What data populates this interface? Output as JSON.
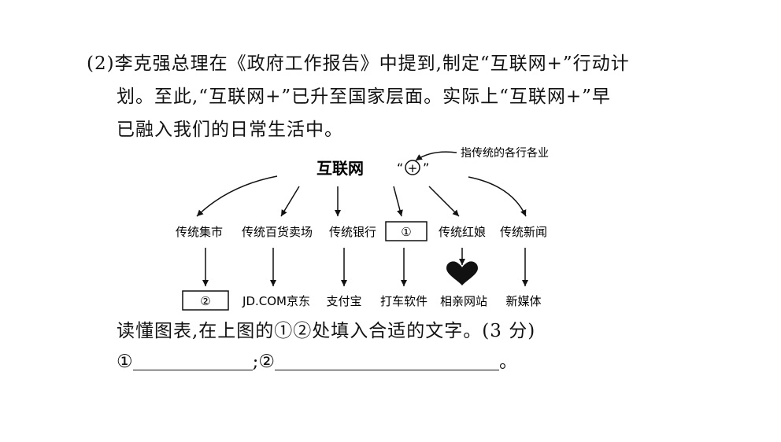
{
  "question": {
    "line1": "(2)李克强总理在《政府工作报告》中提到,制定“互联网+”行动计",
    "line2": "划。至此,“互联网+”已升至国家层面。实际上“互联网+”早",
    "line3": "已融入我们的日常生活中。",
    "instruction": "读懂图表,在上图的①②处填入合适的文字。(3 分)"
  },
  "diagram": {
    "center": "互联网",
    "plus_quote_left": "“",
    "plus_symbol": "+",
    "plus_quote_right": "”",
    "annotation": "指传统的各行各业",
    "top_row": [
      "传统集市",
      "传统百货卖场",
      "传统银行",
      "①",
      "传统红娘",
      "传统新闻"
    ],
    "bottom_row": [
      "②",
      "JD.COM京东",
      "支付宝",
      "打车软件",
      "相亲网站",
      "新媒体"
    ],
    "heart_icon": "heart"
  },
  "answer": {
    "label1": "①",
    "separator": ";",
    "label2": "②",
    "end": "。"
  }
}
